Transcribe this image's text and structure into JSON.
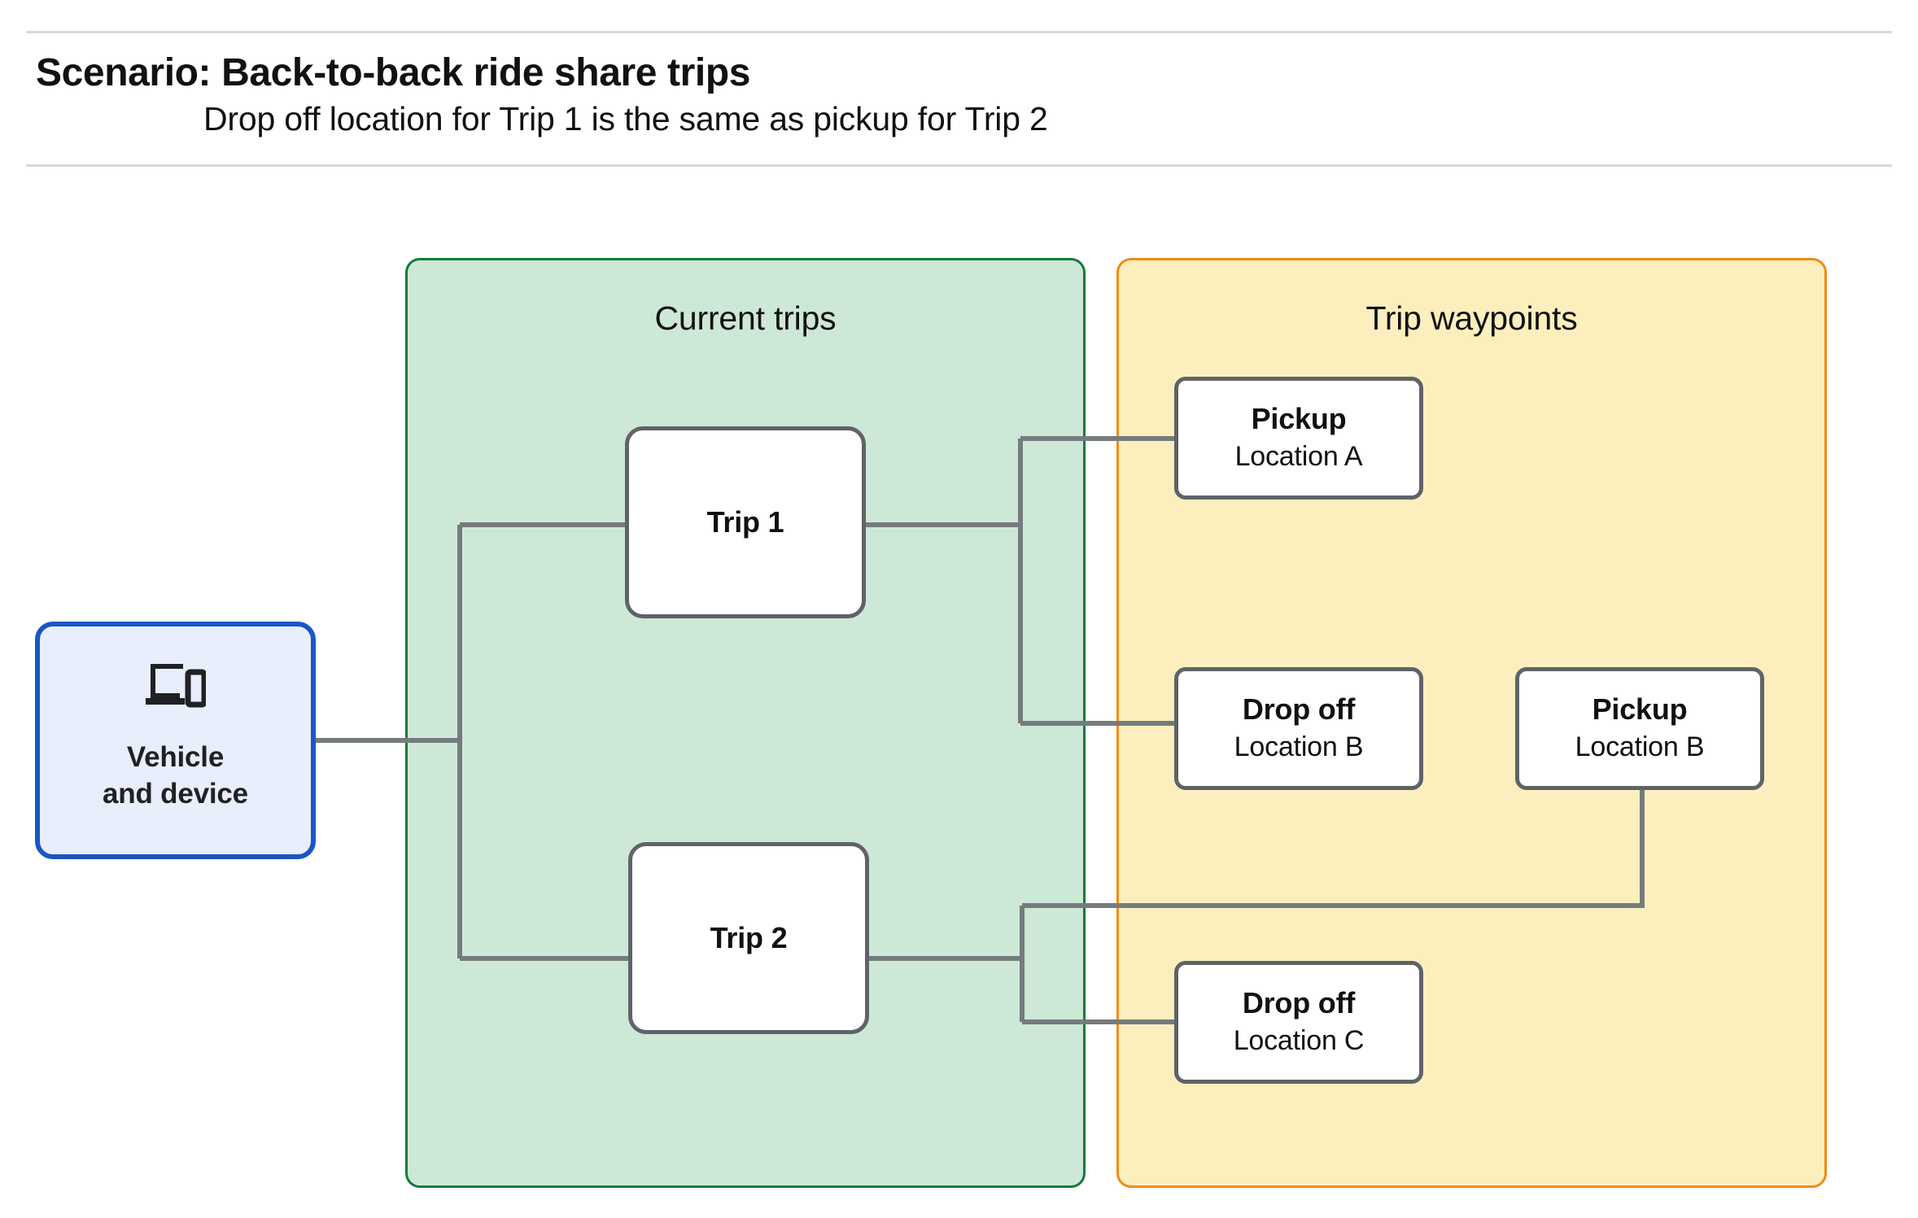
{
  "header": {
    "title": "Scenario: Back-to-back ride share trips",
    "subtitle": "Drop off  location for Trip 1 is the same as pickup for Trip 2"
  },
  "groups": {
    "current_trips": {
      "title": "Current trips",
      "fill": "#cee8d7",
      "border": "#127c3a"
    },
    "trip_waypoints": {
      "title": "Trip waypoints",
      "fill": "#fcefbd",
      "border": "#f28b14"
    }
  },
  "source_node": {
    "line1": "Vehicle",
    "line2": "and device",
    "icon": "devices-icon",
    "fill": "#e8eefc",
    "border": "#1a56c4"
  },
  "trips": [
    {
      "label": "Trip 1"
    },
    {
      "label": "Trip 2"
    }
  ],
  "waypoints": [
    {
      "type": "Pickup",
      "location": "Location A"
    },
    {
      "type": "Drop off",
      "location": "Location B"
    },
    {
      "type": "Pickup",
      "location": "Location B"
    },
    {
      "type": "Drop off",
      "location": "Location C"
    }
  ],
  "connector_color": "#757b7e"
}
